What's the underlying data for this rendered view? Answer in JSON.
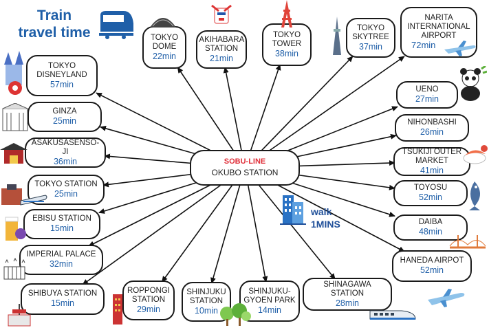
{
  "title": {
    "line1": "Train",
    "line2": "travel time"
  },
  "center": {
    "line_name": "SOBU-LINE",
    "station": "OKUBO STATION"
  },
  "walk": {
    "label": "walk",
    "time": "1MINS"
  },
  "destinations": {
    "tokyo_dome": {
      "name": "TOKYO DOME",
      "time": "22min"
    },
    "akihabara": {
      "name": "AKIHABARA STATION",
      "time": "21min"
    },
    "tokyo_tower": {
      "name": "TOKYO TOWER",
      "time": "38min"
    },
    "skytree": {
      "name": "TOKYO SKYTREE",
      "time": "37min"
    },
    "narita": {
      "name": "NARITA INTERNATIONAL AIRPORT",
      "time": "72min"
    },
    "disneyland": {
      "name": "TOKYO DISNEYLAND",
      "time": "57min"
    },
    "ginza": {
      "name": "GINZA",
      "time": "25min"
    },
    "asakusa": {
      "name": "ASAKUSASENSO-JI",
      "time": "36min"
    },
    "tokyo_station": {
      "name": "TOKYO STATION",
      "time": "25min"
    },
    "ebisu": {
      "name": "EBISU STATION",
      "time": "15min"
    },
    "imperial_palace": {
      "name": "IMPERIAL PALACE",
      "time": "32min"
    },
    "shibuya": {
      "name": "SHIBUYA STATION",
      "time": "15min"
    },
    "roppongi": {
      "name": "ROPPONGI STATION",
      "time": "29min"
    },
    "shinjuku": {
      "name": "SHINJUKU STATION",
      "time": "10min"
    },
    "gyoen": {
      "name": "SHINJUKU-GYOEN PARK",
      "time": "14min"
    },
    "shinagawa": {
      "name": "SHINAGAWA STATION",
      "time": "28min"
    },
    "ueno": {
      "name": "UENO",
      "time": "27min"
    },
    "nihonbashi": {
      "name": "NIHONBASHI",
      "time": "26min"
    },
    "tsukiji": {
      "name": "TSUKIJI OUTER MARKET",
      "time": "41min"
    },
    "toyosu": {
      "name": "TOYOSU",
      "time": "52min"
    },
    "daiba": {
      "name": "DAIBA",
      "time": "48min"
    },
    "haneda": {
      "name": "HANEDA AIRPOT",
      "time": "52min"
    }
  },
  "icons": [
    "train-icon",
    "dome-icon",
    "robot-icon",
    "tower-icon",
    "skytree-icon",
    "airplane-icon",
    "castle-icon",
    "building-icon",
    "temple-icon",
    "station-icon",
    "beer-icon",
    "palace-icon",
    "gate-icon",
    "torii-icon",
    "trees-icon",
    "bullet-train-icon",
    "panda-icon",
    "sushi-icon",
    "fish-icon",
    "bridge-icon"
  ],
  "colors": {
    "title": "#1f5fa8",
    "time": "#1f5fa8",
    "line_name": "#e0303a",
    "border": "#1a1a1a"
  }
}
